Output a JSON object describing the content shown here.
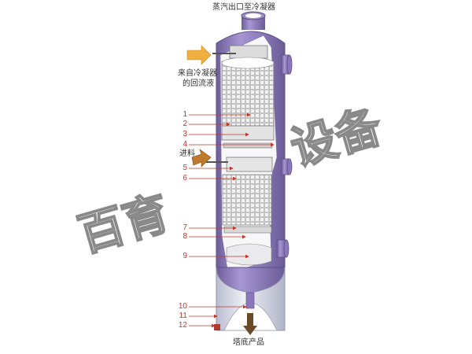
{
  "labels": {
    "vapor_outlet": "蒸汽出口至冷凝器",
    "reflux_line1": "来自冷凝器",
    "reflux_line2": "的回流液",
    "feed": "进料",
    "bottom_product": "塔底产品"
  },
  "callouts": [
    "1",
    "2",
    "3",
    "4",
    "5",
    "6",
    "7",
    "8",
    "9",
    "10",
    "11",
    "12"
  ],
  "watermark": {
    "line1": "百育",
    "line2": "设备"
  },
  "colors": {
    "shell": "#8a78b8",
    "shell_dark": "#6e5f9a",
    "skirt": "#d6d9e6",
    "packing": "#ececec",
    "callout": "#c0392b",
    "arrow_orange": "#f0b040"
  }
}
